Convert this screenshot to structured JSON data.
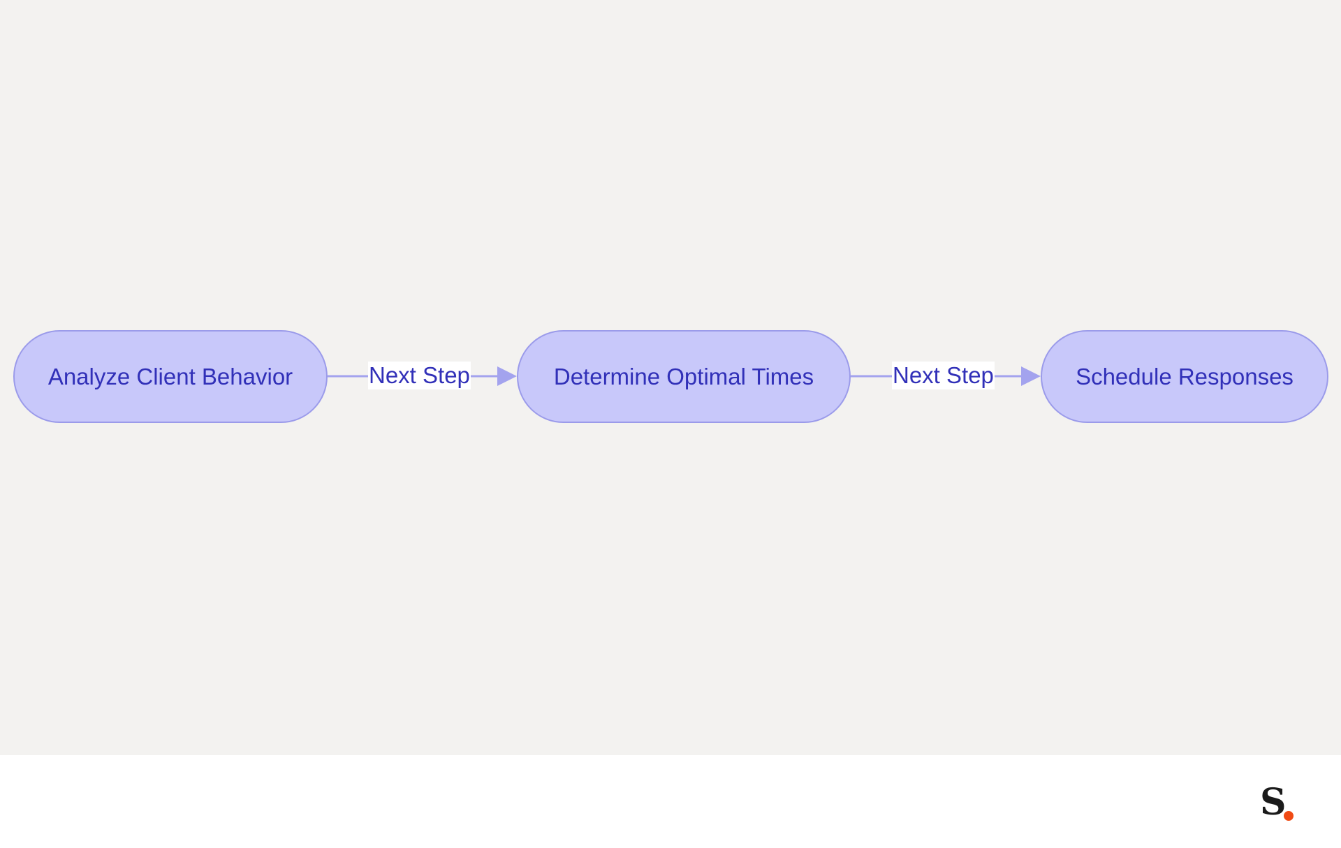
{
  "colors": {
    "background": "#f3f2f0",
    "footer_background": "#ffffff",
    "node_fill": "#c8c8fa",
    "node_border": "#9b9bea",
    "node_text": "#3130b8",
    "edge": "#a3a3ee",
    "edge_label_bg": "#ffffff",
    "logo_text": "#1b1b1b",
    "logo_dot": "#f04a14"
  },
  "diagram": {
    "type": "flowchart",
    "direction": "left-to-right",
    "nodes": [
      {
        "id": "A",
        "label": "Analyze Client Behavior"
      },
      {
        "id": "B",
        "label": "Determine Optimal Times"
      },
      {
        "id": "C",
        "label": "Schedule Responses"
      }
    ],
    "edges": [
      {
        "from": "A",
        "to": "B",
        "label": "Next Step"
      },
      {
        "from": "B",
        "to": "C",
        "label": "Next Step"
      }
    ]
  },
  "logo": {
    "letter": "S",
    "icon": "brand-logo-icon"
  }
}
